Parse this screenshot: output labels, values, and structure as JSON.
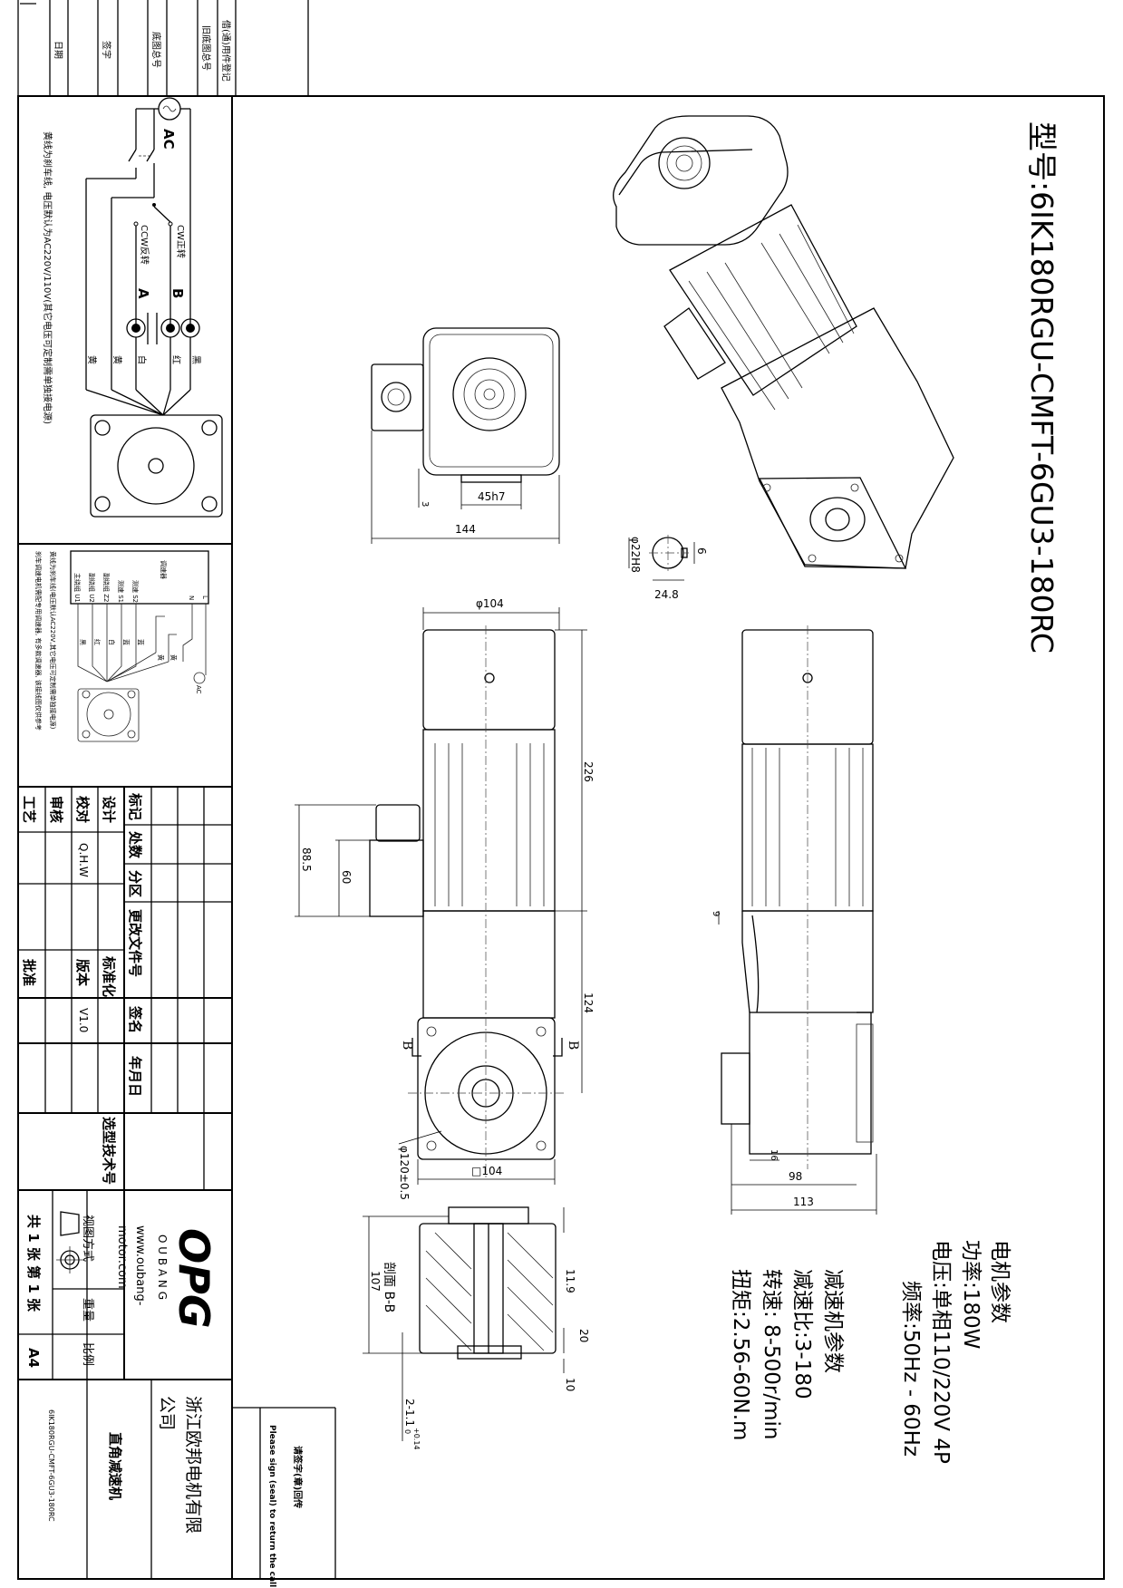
{
  "title": {
    "model": "型号:6IK180RGU-CMFT-6GU3-180RC"
  },
  "motor_params": {
    "heading": "电机参数",
    "power": "功率:180W",
    "voltage": "电压:单相110/220V  4P",
    "frequency": "频率:50Hz  -  60Hz"
  },
  "reducer_params": {
    "heading": "减速机参数",
    "ratio": "减速比:3-180",
    "speed": "转速: 8-500r/min",
    "torque": "扭矩:2.56-60N.m"
  },
  "top_strip": {
    "labels": [
      "日期",
      "签字",
      "底图总号",
      "旧底图总号",
      "借(通)用件登记"
    ]
  },
  "wiring1": {
    "ac": "AC",
    "cw": "CW正转",
    "ccw": "CCW反转",
    "b": "B",
    "a": "A",
    "wires": [
      "黑",
      "红",
      "白",
      "黄",
      "黄"
    ],
    "note": "黄线为刹车线,  电压默认为AC220V/110V(其它电压可定制需单独接电源)"
  },
  "wiring2": {
    "controller": "调速器",
    "terminals": [
      "主绕组 U1",
      "副绕组 U2",
      "副绕组 Z2",
      "测速 S1",
      "测速 S2"
    ],
    "l": "L",
    "n": "N",
    "ac": "AC",
    "wires": [
      "黑",
      "红",
      "白",
      "蓝",
      "蓝",
      "黄",
      "黄"
    ],
    "note1": "黄线为刹车线(电压默认AC220V,其它电压可定制需单独接电源)",
    "note2": "刹车调速电机需配专用调速器, 有多款调速器, 该接线图仅供参考"
  },
  "title_block": {
    "gongyi": "工艺",
    "shenhe": "审核",
    "jiaodui": "校对",
    "sheji": "设计",
    "biaoji": "标记",
    "chushu": "处数",
    "fenqu": "分区",
    "genggai": "更改文件号",
    "qianming": "签名",
    "nianyueri": "年月日",
    "checker": "Q.H.W",
    "biaozhunhua": "标准化",
    "banben": "版本",
    "pizhun": "批准",
    "version": "V1.0",
    "xuanxing": "选型技术号",
    "logo": "OPG",
    "logo_sub": "O U B A N G",
    "web1": "www.oubang-",
    "web2": "motor.com",
    "view_mode": "视图方式",
    "weight": "重量",
    "scale": "比例",
    "sheets": "共 1 张  第 1 张",
    "paper": "A4",
    "company1": "浙江欧邦电机有限",
    "company2": "公司",
    "product": "直角减速机",
    "drawing_no": "6IK180RGU-CMFT-6GU3-180RC"
  },
  "sign_box": {
    "cn": "请签字(章)回传",
    "en": "Please sign (seal) to return the call"
  },
  "dimensions": {
    "d144": "144",
    "d45h7": "45h7",
    "d3": "3",
    "d104": "φ104",
    "d226": "226",
    "d124": "124",
    "d88_5": "88.5",
    "d60": "60",
    "b_left": "B",
    "b_right": "B",
    "d120": "φ120±0.5",
    "sq104": "□104",
    "d9": "9",
    "d16": "16",
    "d98": "98",
    "d113": "113",
    "d22h8": "φ22H8",
    "d24_8": "24.8",
    "d6": "6",
    "section": "剖面 B-B",
    "d107": "107",
    "d11_9": "11.9",
    "d20": "20",
    "d10": "10",
    "hole": "2-1.1",
    "tol_up": "+0.14",
    "tol_low": "0"
  }
}
